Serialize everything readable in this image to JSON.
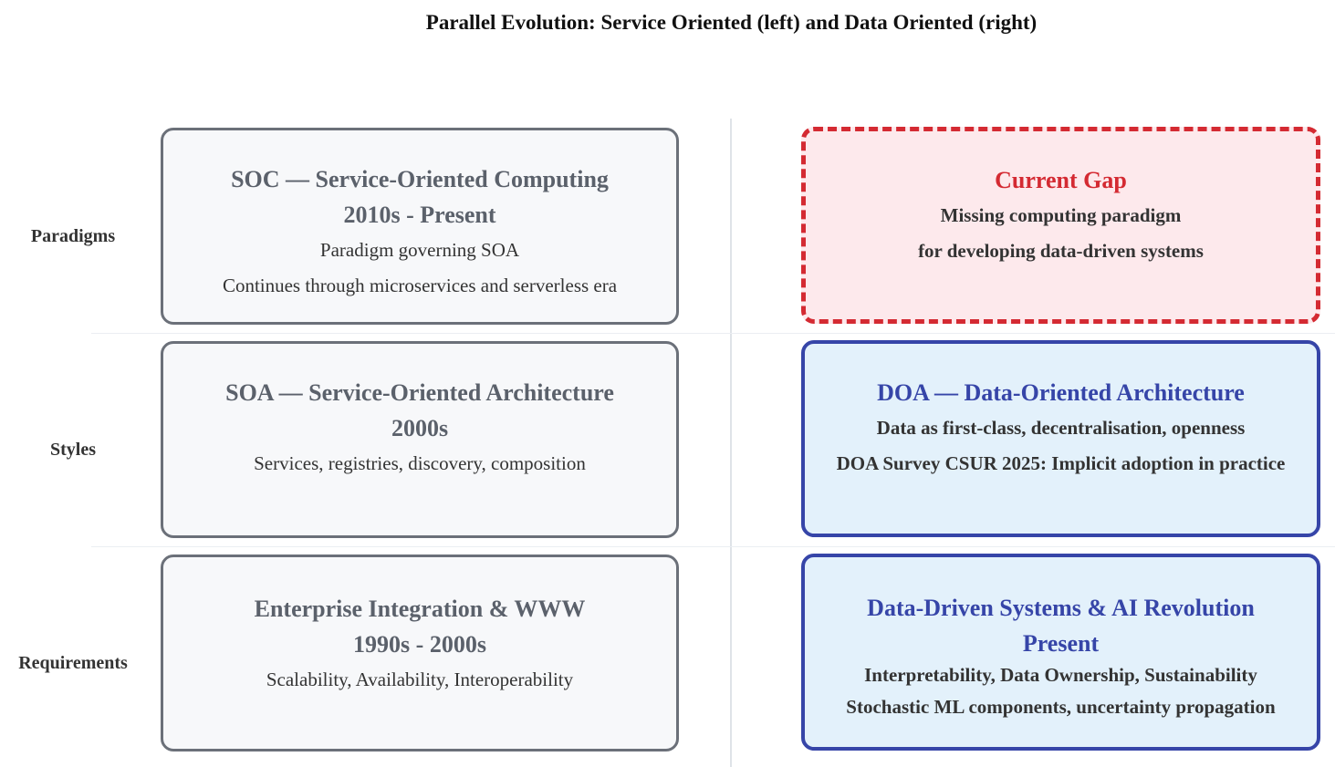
{
  "title": "Parallel Evolution: Service Oriented (left) and Data Oriented (right)",
  "rows": {
    "paradigms": "Paradigms",
    "styles": "Styles",
    "requirements": "Requirements"
  },
  "left": {
    "soc": {
      "title": "SOC — Service-Oriented Computing",
      "period": "2010s - Present",
      "line1": "Paradigm governing SOA",
      "line2": "Continues through microservices and serverless era"
    },
    "soa": {
      "title": "SOA — Service-Oriented Architecture",
      "period": "2000s",
      "line1": "Services, registries, discovery, composition"
    },
    "enterprise": {
      "title": "Enterprise Integration & WWW",
      "period": "1990s - 2000s",
      "line1": "Scalability, Availability, Interoperability"
    }
  },
  "right": {
    "gap": {
      "title": "Current Gap",
      "line1": "Missing computing paradigm",
      "line2": "for developing data-driven systems"
    },
    "doa": {
      "title": "DOA — Data-Oriented Architecture",
      "line1": "Data as first-class, decentralisation, openness",
      "line2": "DOA Survey CSUR 2025: Implicit adoption in practice"
    },
    "dds": {
      "title": "Data-Driven Systems & AI Revolution",
      "period": "Present",
      "line1": "Interpretability, Data Ownership, Sustainability",
      "line2": "Stochastic ML components, uncertainty propagation"
    }
  },
  "colors": {
    "left_border": "#6b7079",
    "right_border": "#3645a8",
    "gap_border": "#d42a32",
    "right_fill": "#e3f1fb",
    "gap_fill": "#fde9ec",
    "left_fill": "#f7f8fa"
  }
}
